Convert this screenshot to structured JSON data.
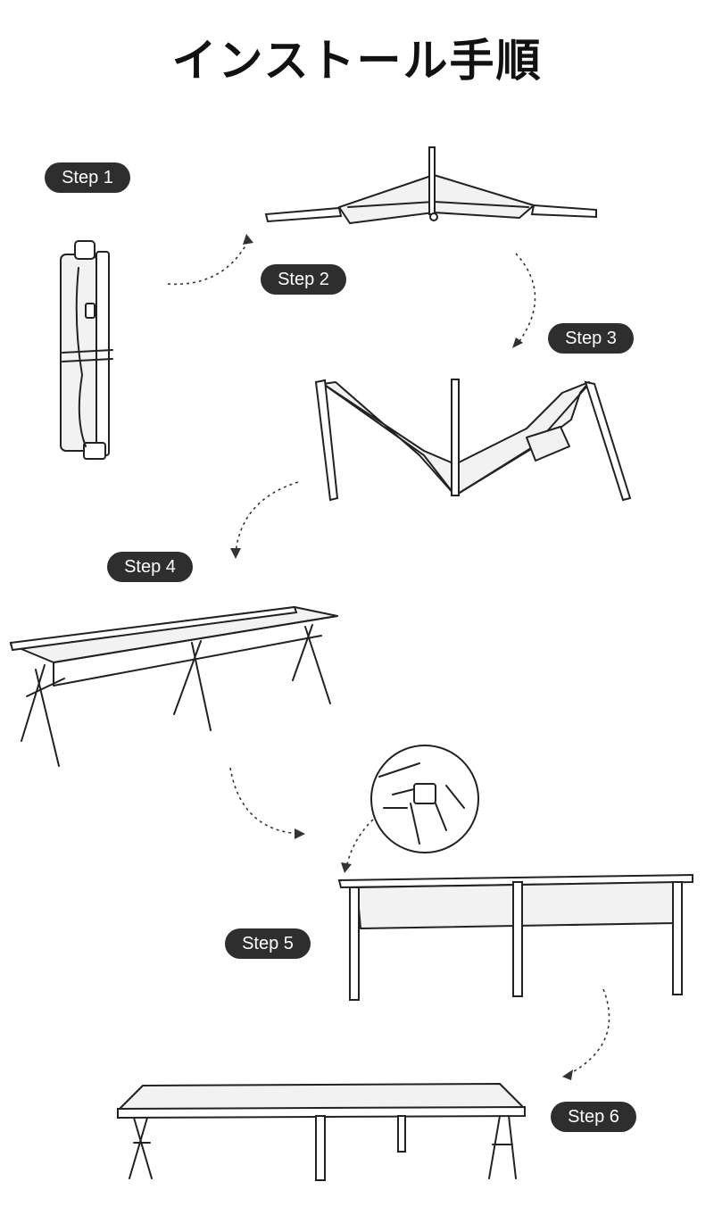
{
  "title": "インストール手順",
  "steps": [
    {
      "label": "Step 1"
    },
    {
      "label": "Step 2"
    },
    {
      "label": "Step 3"
    },
    {
      "label": "Step 4"
    },
    {
      "label": "Step 5"
    },
    {
      "label": "Step 6"
    }
  ],
  "colors": {
    "badge_bg": "#2e2e2e",
    "badge_text": "#ffffff",
    "line": "#222222"
  }
}
